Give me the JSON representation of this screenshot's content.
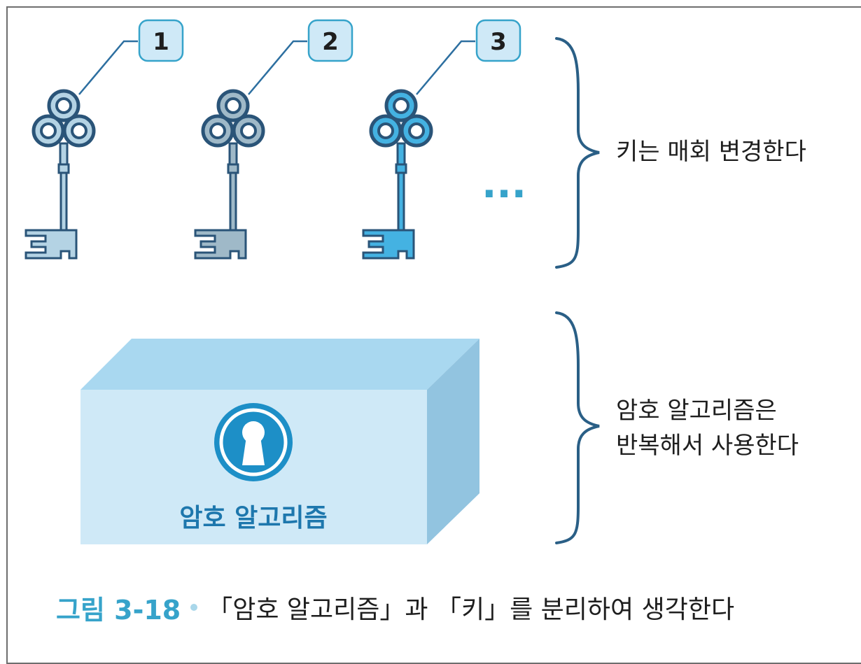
{
  "figure": {
    "number": "그림 3-18",
    "caption": "「암호 알고리즘」과 「키」를 분리하여 생각한다"
  },
  "keys": [
    {
      "badge": "1",
      "color": "#b4d3e4"
    },
    {
      "badge": "2",
      "color": "#9fb9c8"
    },
    {
      "badge": "3",
      "color": "#44b2e2"
    }
  ],
  "ellipsis": "···",
  "labels": {
    "keys_note": "키는 매회 변경한다",
    "algorithm_note": "암호 알고리즘은\n반복해서 사용한다"
  },
  "box": {
    "label": "암호 알고리즘",
    "icon": "keyhole-icon"
  },
  "colors": {
    "box_front": "#cfe9f7",
    "box_top": "#a9d8f0",
    "box_side": "#92c4e0",
    "accent": "#36a3ca",
    "badge_fill": "#cfe9f7",
    "brace": "#2a5f86"
  }
}
